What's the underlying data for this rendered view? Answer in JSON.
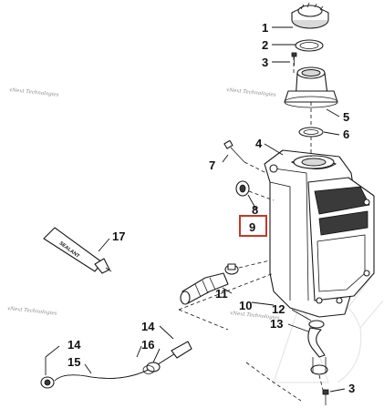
{
  "diagram": {
    "callouts": [
      "1",
      "2",
      "3",
      "4",
      "5",
      "6",
      "7",
      "8",
      "9",
      "10",
      "11",
      "12",
      "13",
      "14",
      "14",
      "15",
      "16",
      "17",
      "3"
    ],
    "highlighted_callout": "9",
    "sealant_label": "SEALANT",
    "watermark_lines": [
      "vNext Technologies",
      "vNext Technologies",
      "vNext Technologies",
      "vNext Technologies"
    ],
    "colors": {
      "highlight": "#c0392b",
      "line": "#1a1a1a",
      "watermark": "#8a8a8a"
    }
  }
}
